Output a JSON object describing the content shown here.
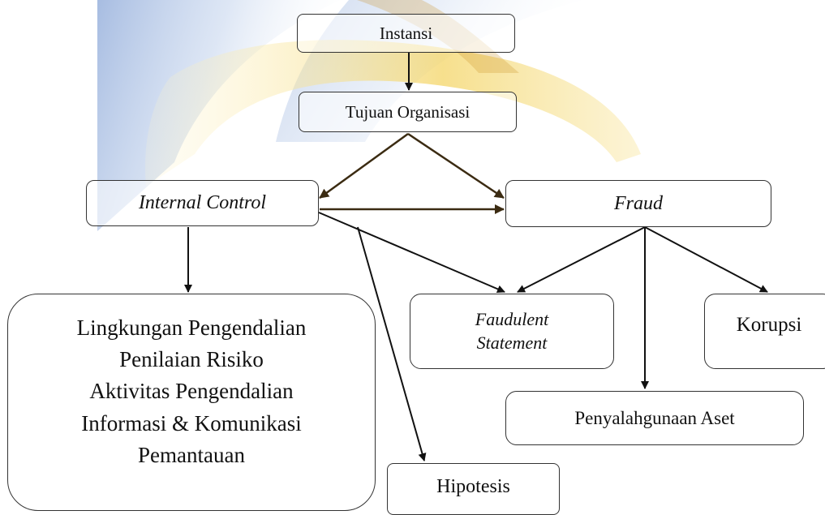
{
  "diagram": {
    "nodes": {
      "instansi": "Instansi",
      "tujuan": "Tujuan Organisasi",
      "internal_control": "Internal Control",
      "fraud": "Fraud",
      "komponen": [
        "Lingkungan Pengendalian",
        "Penilaian Risiko",
        "Aktivitas Pengendalian",
        "Informasi & Komunikasi",
        "Pemantauan"
      ],
      "fraudulent_statement": [
        "Faudulent",
        "Statement"
      ],
      "korupsi": "Korupsi",
      "penyalahgunaan": "Penyalahgunaan Aset",
      "hipotesis": "Hipotesis"
    },
    "edges": [
      [
        "instansi",
        "tujuan"
      ],
      [
        "tujuan",
        "internal_control"
      ],
      [
        "tujuan",
        "fraud"
      ],
      [
        "internal_control",
        "fraud"
      ],
      [
        "internal_control",
        "komponen"
      ],
      [
        "internal_control",
        "fraudulent_statement"
      ],
      [
        "internal_control",
        "hipotesis"
      ],
      [
        "fraud",
        "fraudulent_statement"
      ],
      [
        "fraud",
        "korupsi"
      ],
      [
        "fraud",
        "penyalahgunaan"
      ]
    ]
  },
  "colors": {
    "watermark_blue": "#5f86c9",
    "watermark_gold": "#f3d25c",
    "line": "#111111",
    "brown_line": "#3b2b12"
  }
}
